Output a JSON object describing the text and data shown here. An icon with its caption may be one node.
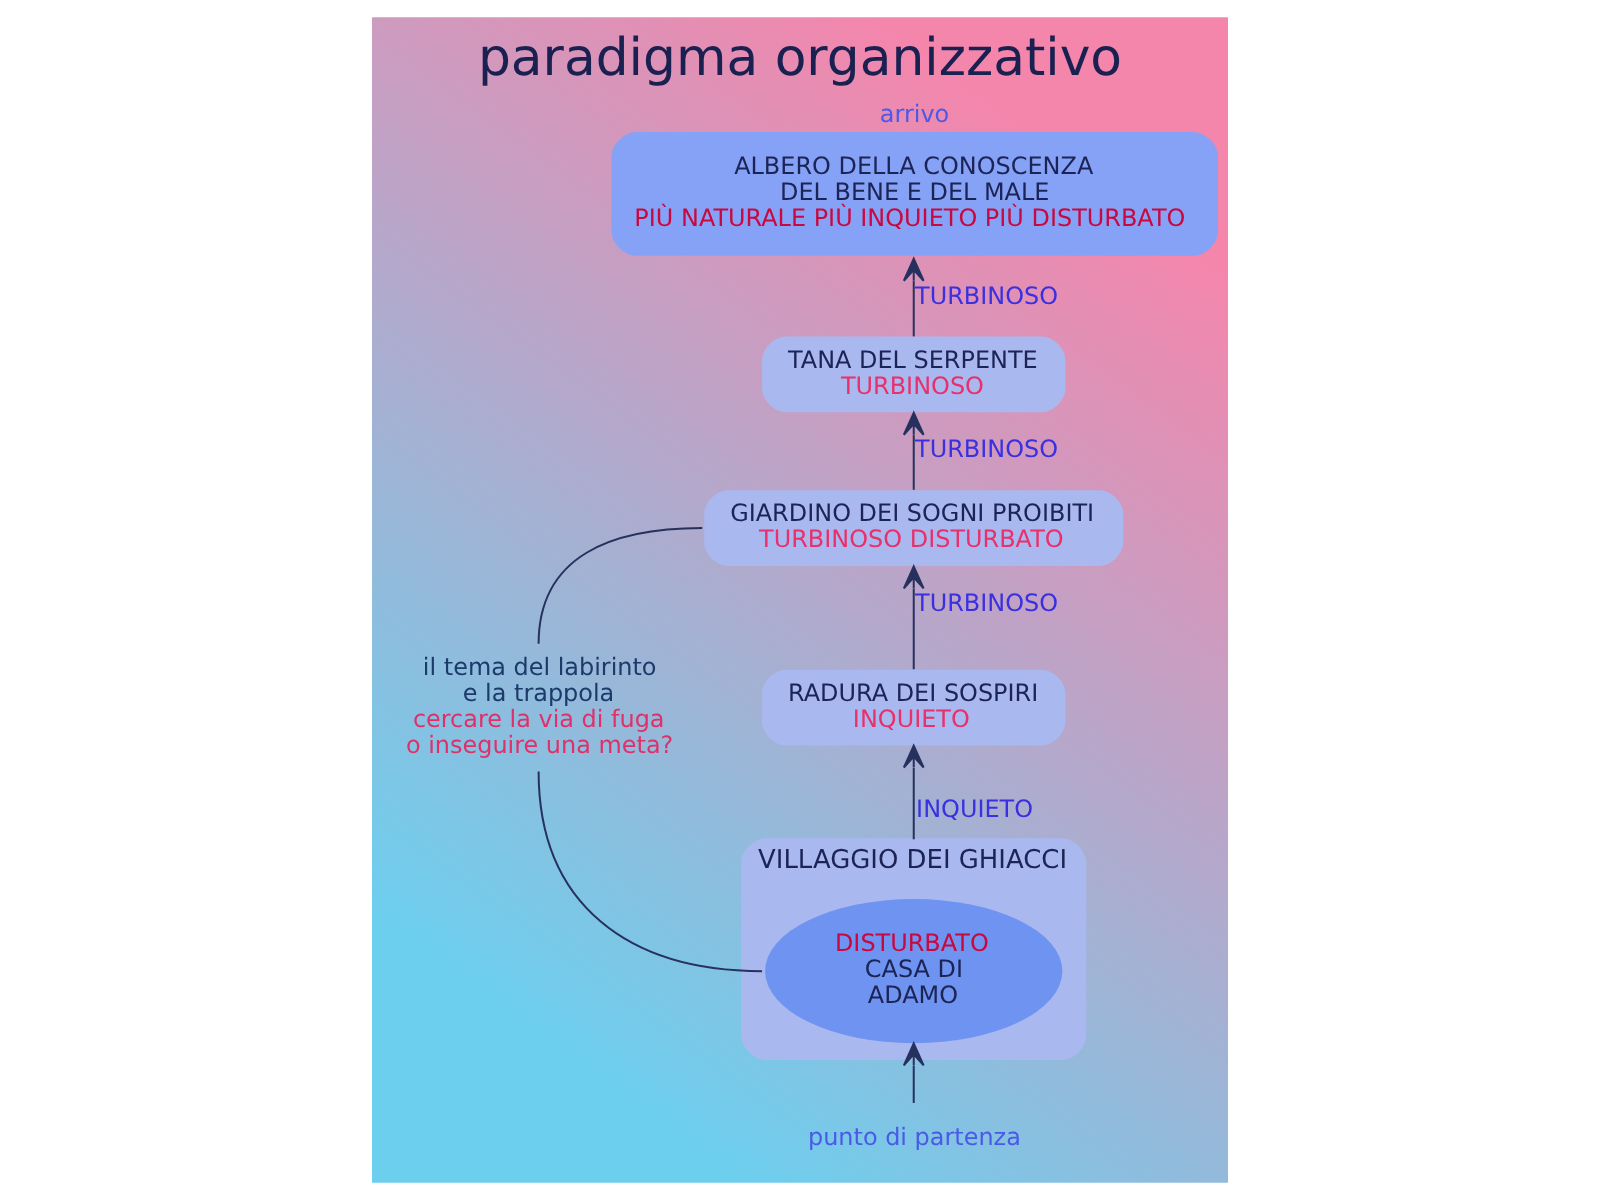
{
  "diagram": {
    "title": "paradigma organizzativo",
    "nodes": [
      {
        "text": [
          "ALBERO DELLA CONOSCENZA DEL BENE E DEL MALE",
          "PIÙ NATURALE PIÙ INQUIETO PIÙ DISTURBATO"
        ],
        "beside": [
          "arrivo"
        ]
      },
      {
        "text": [
          "TANA DEL SERPENTE",
          "TURBINOSO"
        ]
      },
      {
        "text": [
          "GIARDINO DEI SOGNI PROIBITI",
          "TURBINOSO DISTURBATO"
        ]
      },
      {
        "text": [
          "RADURA DEI SOSPIRI",
          "INQUIETO"
        ]
      },
      {
        "text": [
          "VILLAGGIO DEI GHIACCI"
        ]
      },
      {
        "text": [
          "DISTURBATO",
          "CASA DI ADAMO"
        ],
        "in": 4
      },
      {
        "text": [
          "il tema del labirinto e la trappola",
          "cercare la via di fuga o inseguire una meta?"
        ]
      },
      {
        "text": [
          "punto di partenza"
        ]
      }
    ],
    "edges": [
      {
        "from": 7,
        "to": 5,
        "arrow": "to"
      },
      {
        "from": 4,
        "to": 3,
        "arrow": "to",
        "label": "INQUIETO"
      },
      {
        "from": 3,
        "to": 2,
        "arrow": "to",
        "label": "TURBINOSO"
      },
      {
        "from": 2,
        "to": 1,
        "arrow": "to",
        "label": "TURBINOSO"
      },
      {
        "from": 1,
        "to": 0,
        "arrow": "to",
        "label": "TURBINOSO"
      },
      {
        "from": 2,
        "to": 6,
        "arrow": "none"
      },
      {
        "from": 6,
        "to": 5,
        "arrow": "none"
      }
    ]
  }
}
